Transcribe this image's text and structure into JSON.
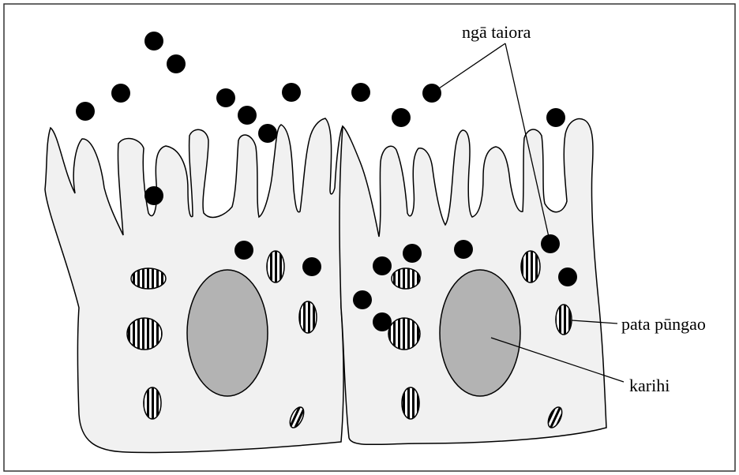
{
  "labels": {
    "bacteria": "ngā taiora",
    "mitochondrion": "pata pūngao",
    "nucleus": "karihi"
  },
  "colors": {
    "background": "#ffffff",
    "cell_fill": "#f1f1f1",
    "nucleus_fill": "#b3b3b3",
    "outline": "#000000"
  }
}
